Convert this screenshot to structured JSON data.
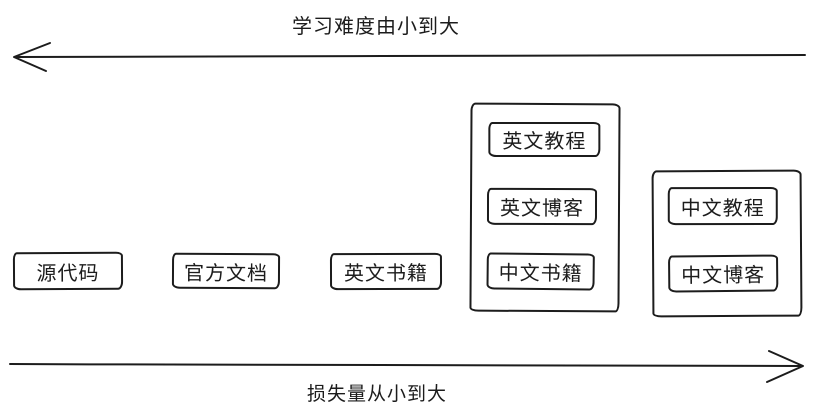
{
  "diagram": {
    "top_axis": {
      "label": "学习难度由小到大",
      "direction": "left"
    },
    "bottom_axis": {
      "label": "损失量从小到大",
      "direction": "right"
    },
    "standalone_boxes": [
      {
        "label": "源代码"
      },
      {
        "label": "官方文档"
      },
      {
        "label": "英文书籍"
      }
    ],
    "groups": [
      {
        "boxes": [
          {
            "label": "英文教程"
          },
          {
            "label": "英文博客"
          },
          {
            "label": "中文书籍"
          }
        ]
      },
      {
        "boxes": [
          {
            "label": "中文教程"
          },
          {
            "label": "中文博客"
          }
        ]
      }
    ],
    "colors": {
      "ink": "#1c1c1c",
      "background": "#ffffff"
    }
  }
}
